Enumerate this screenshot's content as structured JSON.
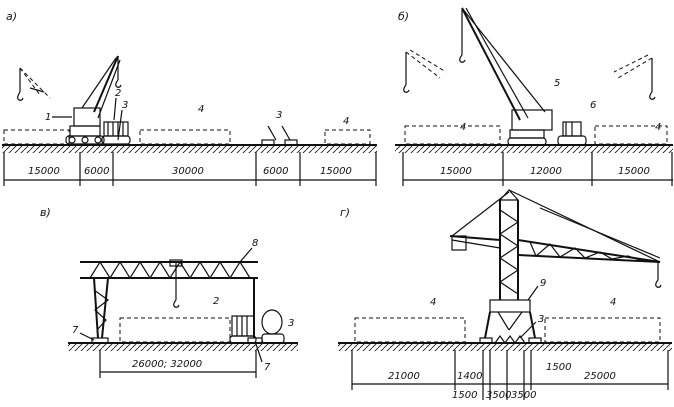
{
  "panels": {
    "a": {
      "letter": "а)",
      "labels": [
        "1",
        "2",
        "3",
        "4",
        "3",
        "4"
      ],
      "dims": [
        "15000",
        "6000",
        "30000",
        "6000",
        "15000"
      ]
    },
    "b": {
      "letter": "б)",
      "labels": [
        "4",
        "5",
        "6",
        "4"
      ],
      "dims": [
        "15000",
        "12000",
        "15000"
      ]
    },
    "v": {
      "letter": "в)",
      "labels": [
        "8",
        "2",
        "3",
        "7",
        "7"
      ],
      "dims": [
        "26000; 32000"
      ]
    },
    "g": {
      "letter": "г)",
      "labels": [
        "9",
        "4",
        "3",
        "4"
      ],
      "dims": [
        "21000",
        "1400",
        "25000",
        "1500"
      ],
      "dims_bottom": [
        "1500",
        "3500",
        "3500"
      ]
    }
  }
}
